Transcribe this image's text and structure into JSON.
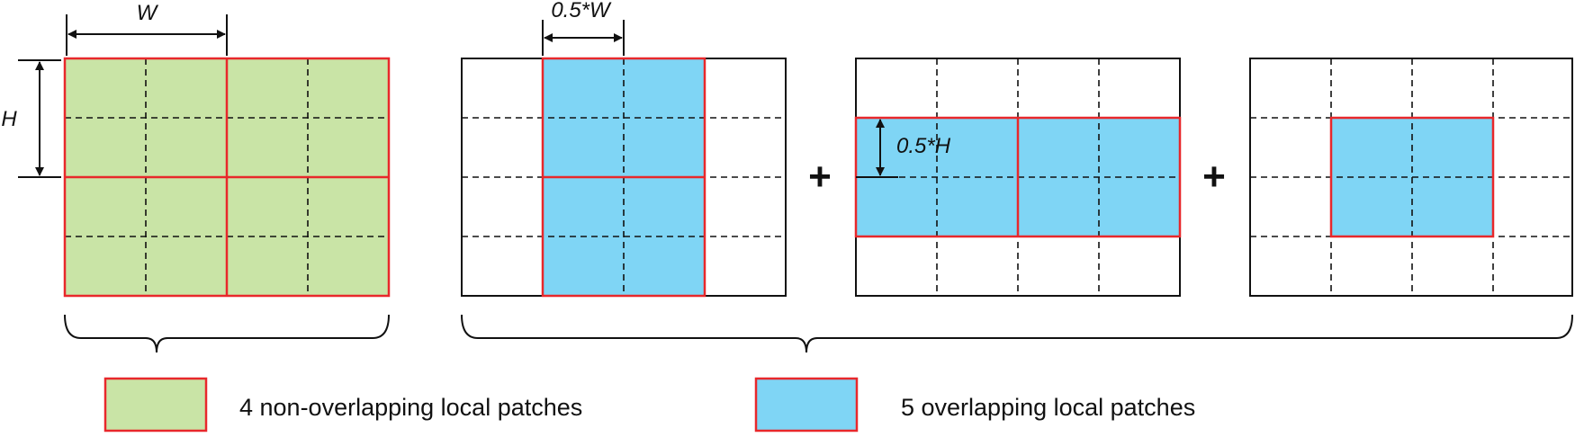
{
  "labels": {
    "width": "W",
    "height": "H",
    "half_width": "0.5*W",
    "half_height": "0.5*H",
    "plus": "+"
  },
  "legend": {
    "non_overlapping": "4 non-overlapping local patches",
    "overlapping": "5 overlapping local patches"
  },
  "colors": {
    "green_fill": "#c9e4a6",
    "blue_fill": "#7fd5f5",
    "red_border": "#e8282b",
    "grid_line": "#111111"
  }
}
